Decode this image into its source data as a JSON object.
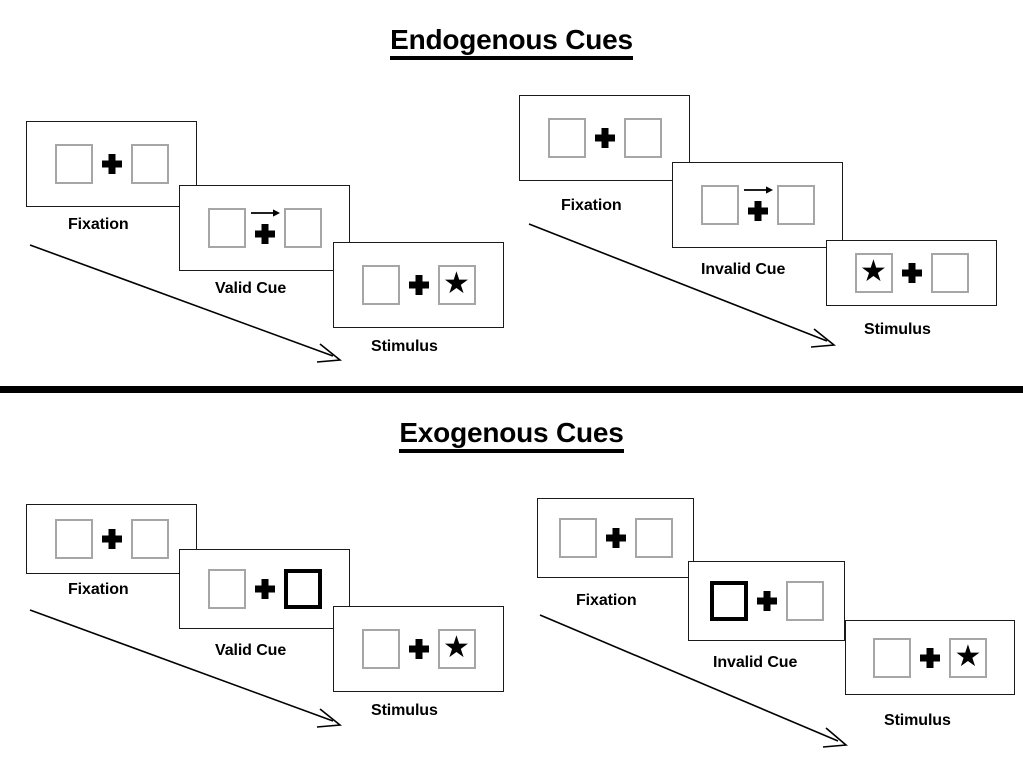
{
  "figure": {
    "title_top": "Endogenous Cues",
    "title_bottom": "Exogenous Cues"
  },
  "sections": [
    {
      "id": "endogenous",
      "title": "Endogenous Cues",
      "sequences": [
        {
          "id": "endogenous-valid",
          "frames": [
            {
              "caption": "Fixation",
              "left_box": {
                "cued": false,
                "target": ""
              },
              "right_box": {
                "cued": false,
                "target": ""
              },
              "arrow_cue": ""
            },
            {
              "caption": "Valid Cue",
              "left_box": {
                "cued": false,
                "target": ""
              },
              "right_box": {
                "cued": false,
                "target": ""
              },
              "arrow_cue": "arrow-right-icon"
            },
            {
              "caption": "Stimulus",
              "left_box": {
                "cued": false,
                "target": ""
              },
              "right_box": {
                "cued": false,
                "target": "★"
              },
              "arrow_cue": ""
            }
          ]
        },
        {
          "id": "endogenous-invalid",
          "frames": [
            {
              "caption": "Fixation",
              "left_box": {
                "cued": false,
                "target": ""
              },
              "right_box": {
                "cued": false,
                "target": ""
              },
              "arrow_cue": ""
            },
            {
              "caption": "Invalid Cue",
              "left_box": {
                "cued": false,
                "target": ""
              },
              "right_box": {
                "cued": false,
                "target": ""
              },
              "arrow_cue": "arrow-right-icon"
            },
            {
              "caption": "Stimulus",
              "left_box": {
                "cued": false,
                "target": "★"
              },
              "right_box": {
                "cued": false,
                "target": ""
              },
              "arrow_cue": ""
            }
          ]
        }
      ]
    },
    {
      "id": "exogenous",
      "title": "Exogenous Cues",
      "sequences": [
        {
          "id": "exogenous-valid",
          "frames": [
            {
              "caption": "Fixation",
              "left_box": {
                "cued": false,
                "target": ""
              },
              "right_box": {
                "cued": false,
                "target": ""
              },
              "arrow_cue": ""
            },
            {
              "caption": "Valid Cue",
              "left_box": {
                "cued": false,
                "target": ""
              },
              "right_box": {
                "cued": true,
                "target": ""
              },
              "arrow_cue": ""
            },
            {
              "caption": "Stimulus",
              "left_box": {
                "cued": false,
                "target": ""
              },
              "right_box": {
                "cued": false,
                "target": "★"
              },
              "arrow_cue": ""
            }
          ]
        },
        {
          "id": "exogenous-invalid",
          "frames": [
            {
              "caption": "Fixation",
              "left_box": {
                "cued": false,
                "target": ""
              },
              "right_box": {
                "cued": false,
                "target": ""
              },
              "arrow_cue": ""
            },
            {
              "caption": "Invalid Cue",
              "left_box": {
                "cued": true,
                "target": ""
              },
              "right_box": {
                "cued": false,
                "target": ""
              },
              "arrow_cue": ""
            },
            {
              "caption": "Stimulus",
              "left_box": {
                "cued": false,
                "target": ""
              },
              "right_box": {
                "cued": false,
                "target": "★"
              },
              "arrow_cue": ""
            }
          ]
        }
      ]
    }
  ],
  "colors": {
    "panel_border": "#1a1a1a",
    "box_border": "#a6a6a6",
    "cue_border": "#000000",
    "ink": "#000000",
    "background": "#ffffff"
  }
}
